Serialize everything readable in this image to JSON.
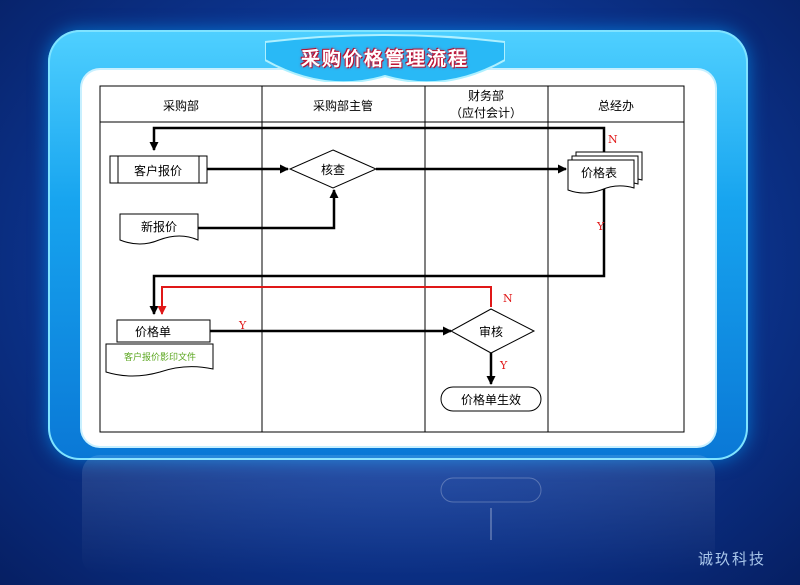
{
  "title": "采购价格管理流程",
  "brand": "诚玖科技",
  "lanes": [
    {
      "label": "采购部"
    },
    {
      "label": "采购部主管"
    },
    {
      "label": "财务部",
      "sublabel": "（应付会计）"
    },
    {
      "label": "总经办"
    }
  ],
  "nodes": {
    "customer_quote": "客户报价",
    "new_quote": "新报价",
    "check": "核查",
    "price_table": "价格表",
    "price_sheet": "价格单",
    "print_file": "客户报价影印文件",
    "review": "审核",
    "effective": "价格单生效"
  },
  "edge_labels": {
    "table_no": "N",
    "table_yes": "Y",
    "sheet_yes": "Y",
    "review_no": "N",
    "review_yes": "Y"
  },
  "colors": {
    "frame": "#17a4ef",
    "background": "#0e3a9a",
    "reject_line": "#e01818",
    "title_glow": "#c9163a",
    "print_label": "#5aa61e"
  }
}
